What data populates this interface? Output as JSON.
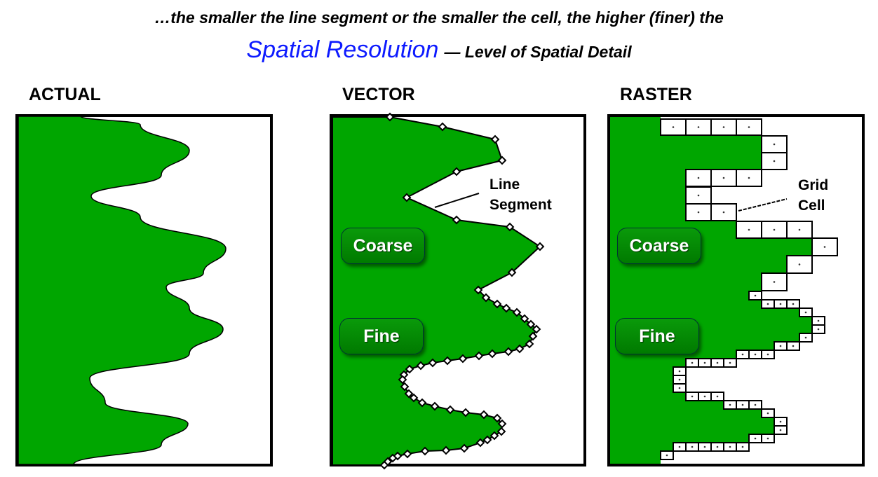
{
  "title_line1": "…the smaller the line segment or the smaller the cell, the higher (finer) the",
  "title_highlight": "Spatial Resolution",
  "title_suffix": "— Level of Spatial Detail",
  "panels": {
    "actual": {
      "heading": "ACTUAL"
    },
    "vector": {
      "heading": "VECTOR",
      "coarse_label": "Coarse",
      "fine_label": "Fine",
      "annotation_line1": "Line",
      "annotation_line2": "Segment"
    },
    "raster": {
      "heading": "RASTER",
      "coarse_label": "Coarse",
      "fine_label": "Fine",
      "annotation_line1": "Grid",
      "annotation_line2": "Cell"
    }
  },
  "colors": {
    "land": "#00a600",
    "highlight": "#0d1aff",
    "outline": "#000000"
  }
}
